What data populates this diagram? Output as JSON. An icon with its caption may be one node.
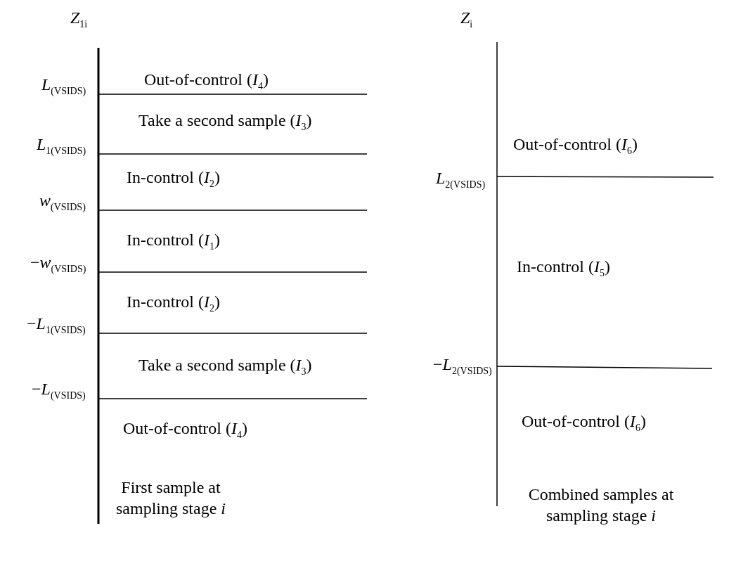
{
  "diagram": {
    "labels": [
      "*Z*$_{1i}$",
      "*L*$_{(VSIDS)}$",
      "Out-of-control (*I*$_{4}$)",
      "Take a second sample (*I*$_{3}$)",
      "*L*$_{1(VSIDS)}$",
      "In-control (*I*$_{2}$)",
      "*w*$_{(VSIDS)}$",
      "In-control (*I*$_{1}$)",
      "−*w*$_{(VSIDS)}$",
      "In-control (*I*$_{2}$)",
      "−*L*$_{1(VSIDS)}$",
      "Take a second sample (*I*$_{3}$)",
      "−*L*$_{(VSIDS)}$",
      "Out-of-control (*I*$_{4}$)",
      "First sample at sampling stage *i*",
      "*Z*$_{i}$",
      "Out-of-control (*I*$_{6}$)",
      "*L*$_{2(VSIDS)}$",
      "In-control (*I*$_{5}$)",
      "−*L*$_{2(VSIDS)}$",
      "Out-of-control (*I*$_{6}$)",
      "Combined samples at sampling stage *i*"
    ]
  }
}
